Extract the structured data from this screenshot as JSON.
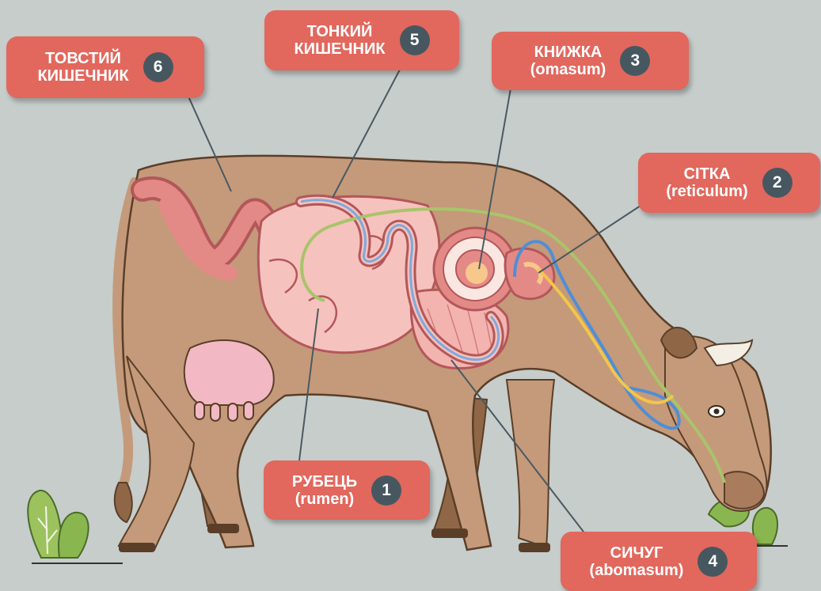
{
  "callouts": [
    {
      "id": "large-intestine",
      "line1": "ТОВСТИЙ",
      "line2": "КИШЕЧНИК",
      "number": "6"
    },
    {
      "id": "small-intestine",
      "line1": "ТОНКИЙ",
      "line2": "КИШЕЧНИК",
      "number": "5"
    },
    {
      "id": "omasum",
      "line1": "КНИЖКА",
      "line2": "(omasum)",
      "number": "3"
    },
    {
      "id": "reticulum",
      "line1": "СІТКА",
      "line2": "(reticulum)",
      "number": "2"
    },
    {
      "id": "rumen",
      "line1": "РУБЕЦЬ",
      "line2": "(rumen)",
      "number": "1"
    },
    {
      "id": "abomasum",
      "line1": "СИЧУГ",
      "line2": "(abomasum)",
      "number": "4"
    }
  ],
  "colors": {
    "background": "#c6cdcb",
    "callout": "#e2675d",
    "badge": "#475760",
    "cow_body": "#c49a7a",
    "cow_dark": "#8f6747",
    "organ": "#e48a86",
    "organ_light": "#f6c2bd",
    "flow_green": "#a9c46a",
    "flow_blue": "#4f8ed6",
    "flow_yellow": "#f2c64a"
  }
}
